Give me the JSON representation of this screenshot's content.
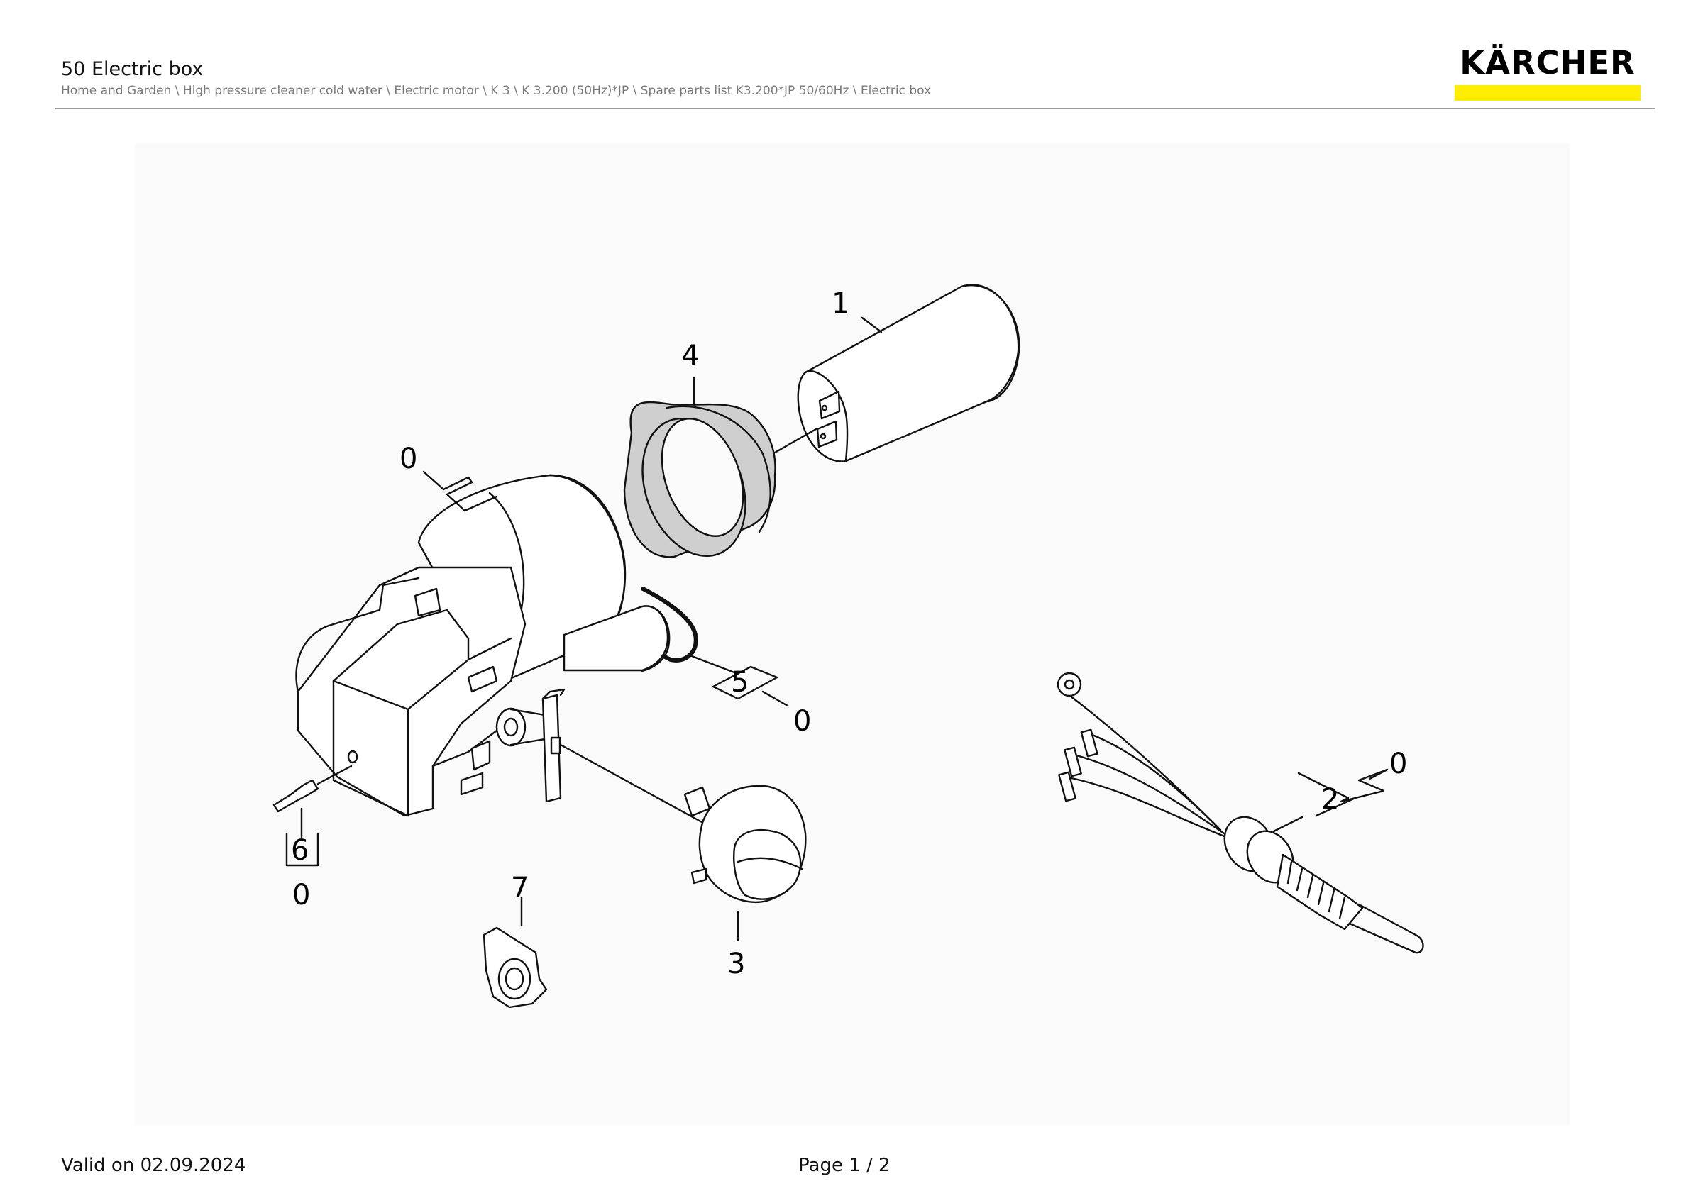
{
  "header": {
    "title": "50 Electric box",
    "breadcrumb": "Home and Garden \\ High pressure cleaner cold water \\ Electric motor \\ K 3 \\ K 3.200 (50Hz)*JP \\ Spare parts list K3.200*JP 50/60Hz \\ Electric box",
    "logo_text": "KÄRCHER",
    "logo_color": "#ffed00"
  },
  "diagram": {
    "labels": {
      "part_1": "1",
      "part_2": "2",
      "part_3": "3",
      "part_4": "4",
      "part_5": "5",
      "part_6": "6",
      "part_7": "7",
      "zero_motor": "0",
      "zero_5": "0",
      "zero_6": "0",
      "zero_2": "0"
    }
  },
  "footer": {
    "valid_on": "Valid on 02.09.2024",
    "page": "Page 1 / 2"
  }
}
